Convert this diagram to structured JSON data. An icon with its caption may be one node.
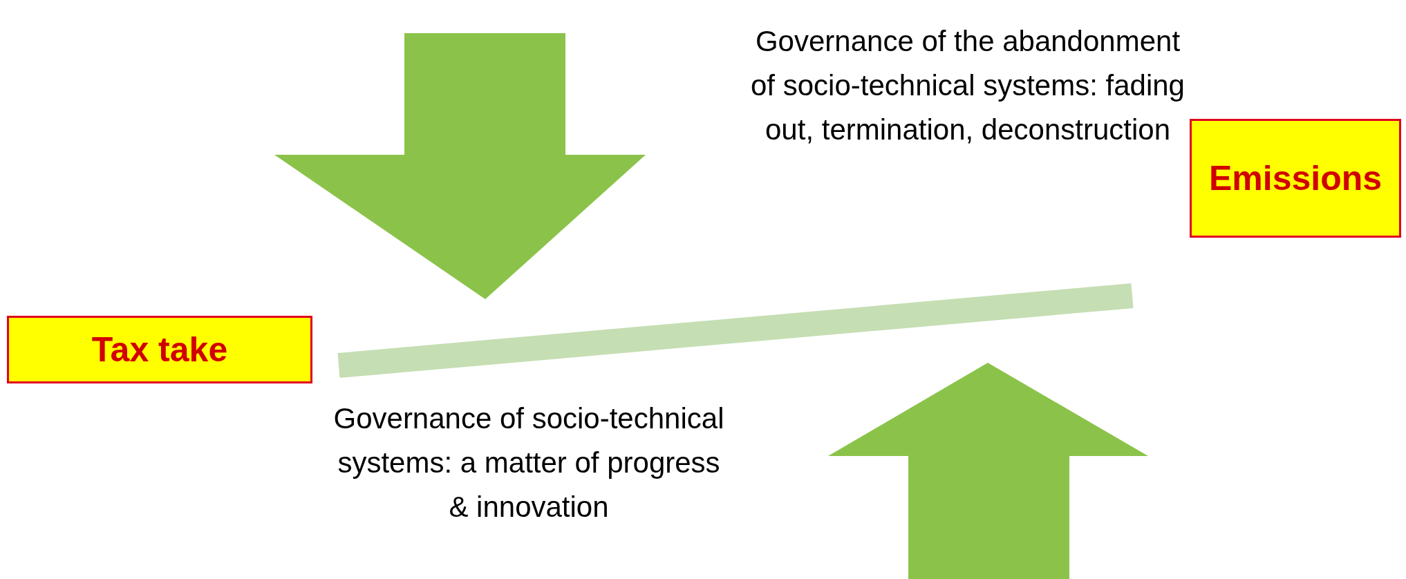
{
  "diagram": {
    "nodes": [
      {
        "text": [
          "Tax take"
        ]
      },
      {
        "text": [
          "Emissions"
        ]
      }
    ],
    "labels": [
      "Governance of the abandonment of socio-technical systems: fading out, termination, deconstruction",
      "Governance of socio-technical systems: a matter of progress & innovation"
    ]
  }
}
